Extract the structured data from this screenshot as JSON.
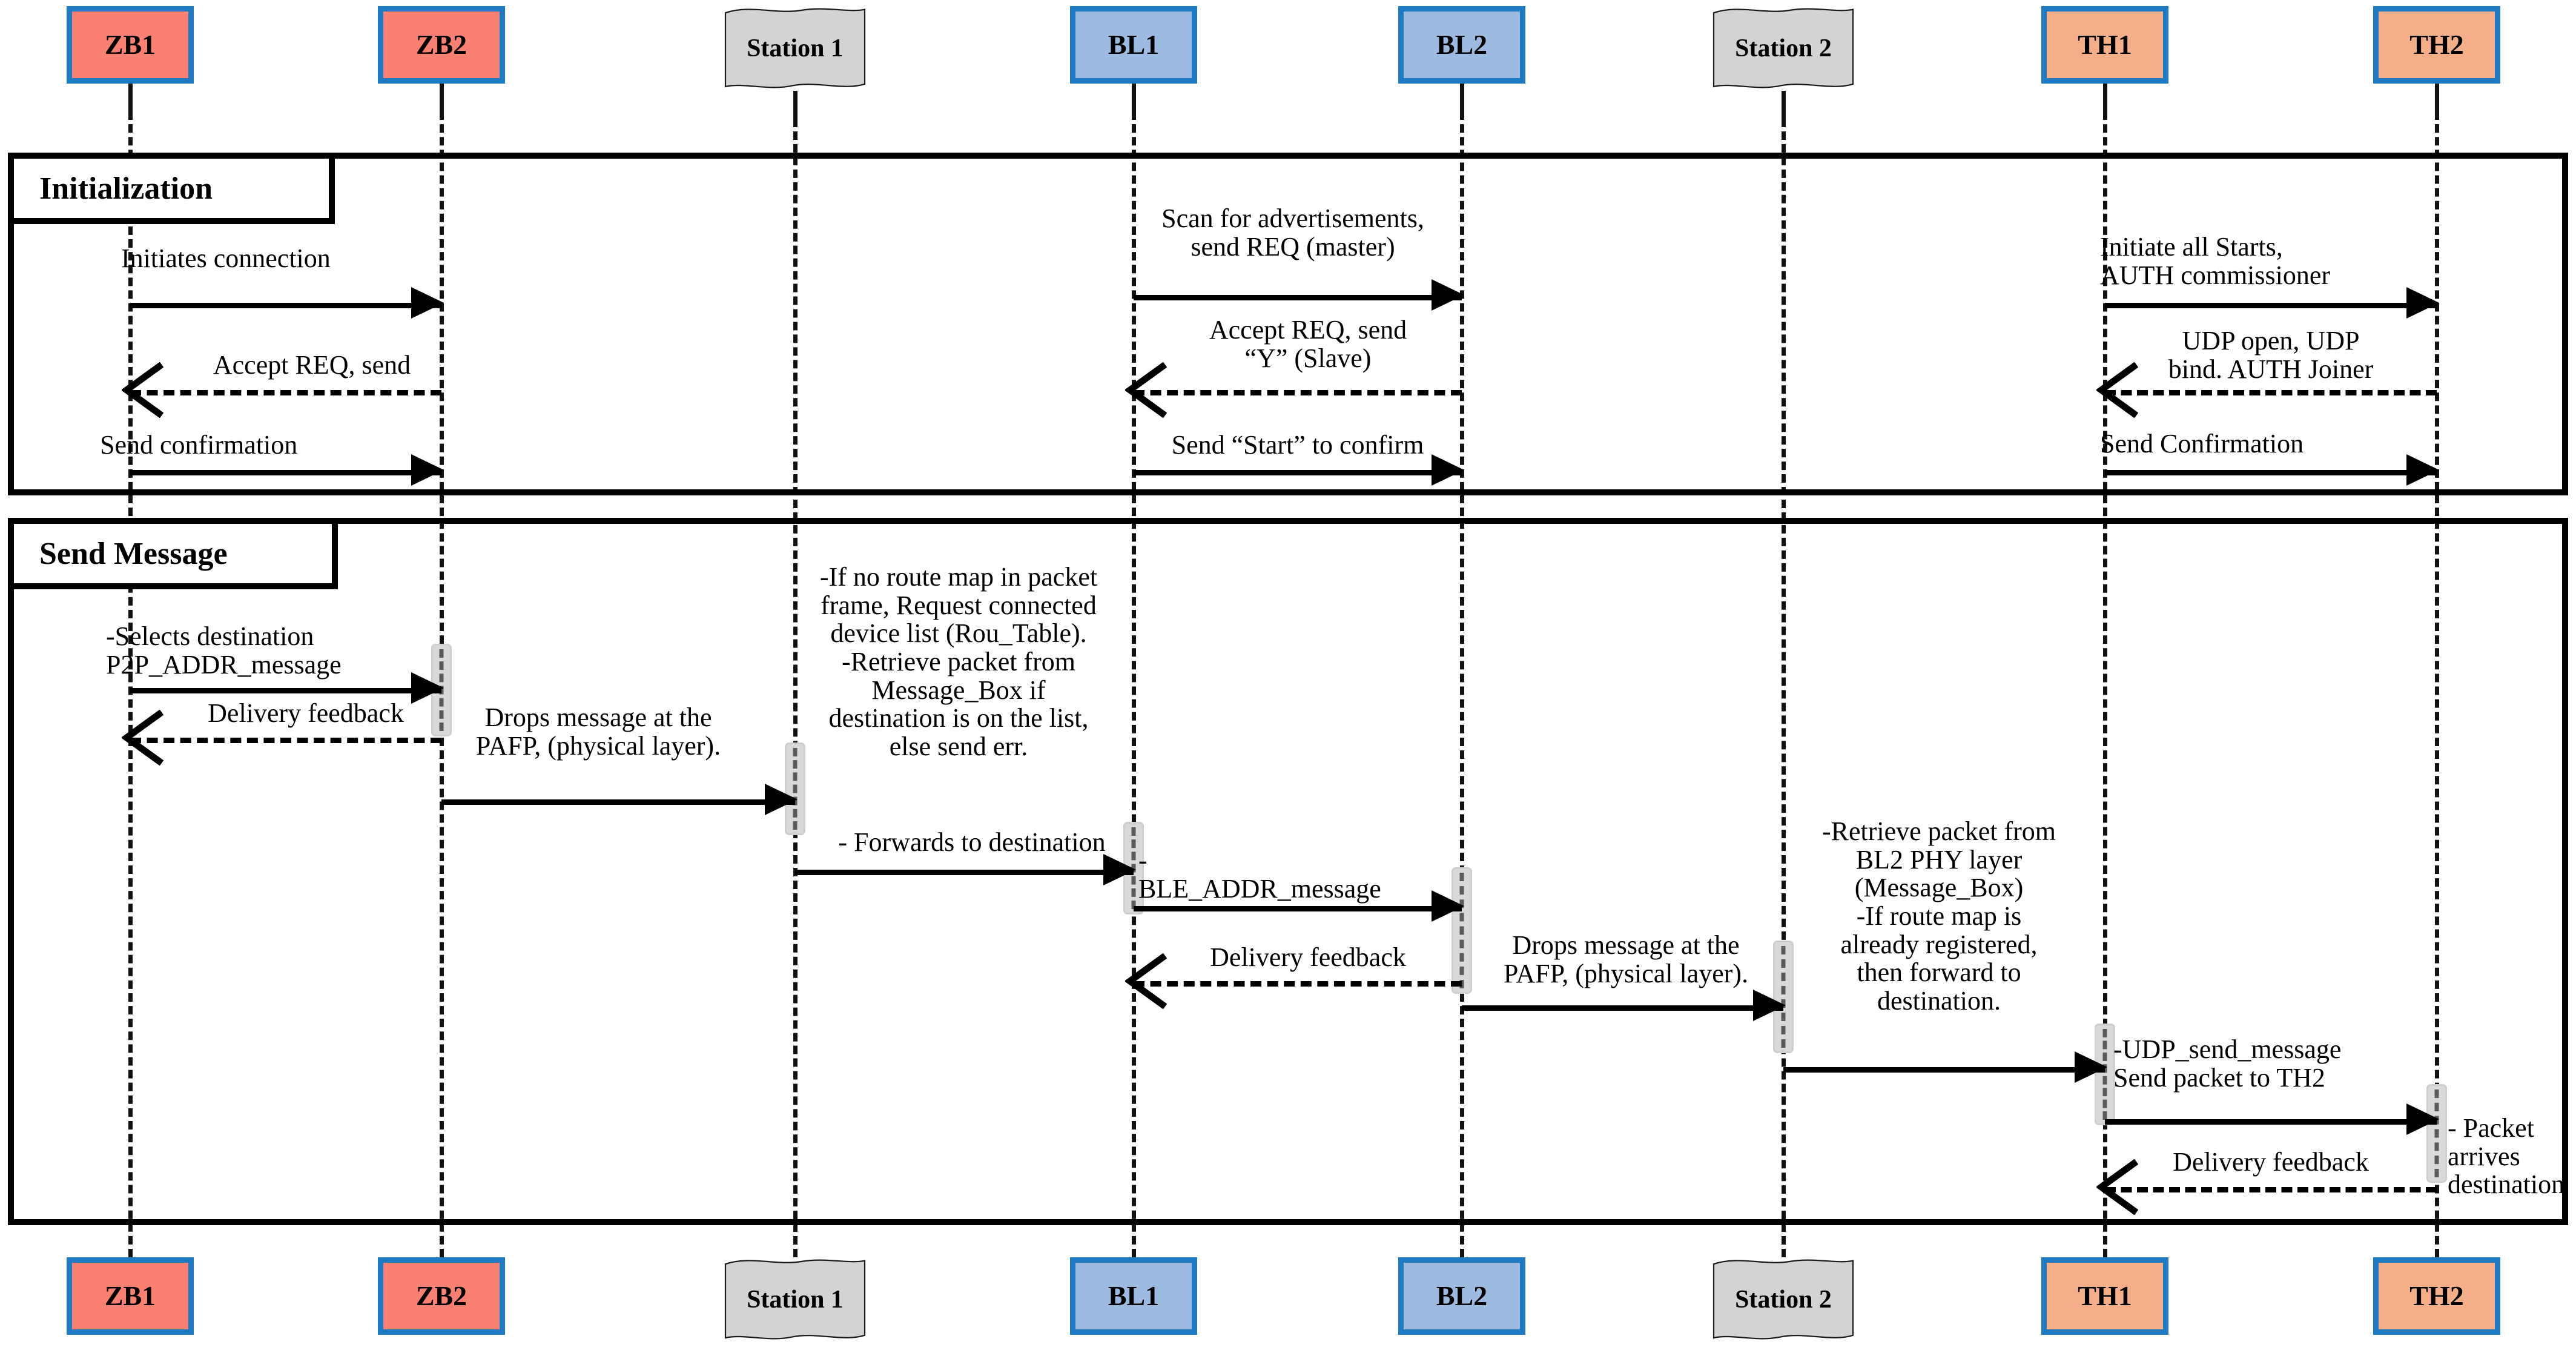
{
  "diagram": {
    "title": "IoT gateway message sequence diagram",
    "colors": {
      "zigbee_fill": "#FA8072",
      "ble_fill": "#9DBBE0",
      "thread_fill": "#F4AF88",
      "station_fill": "#D3D3D3",
      "border_blue": "#1F7AC4",
      "activation_fill": "#D9D9D9",
      "line": "#000000"
    }
  },
  "participants": [
    {
      "id": "zb1",
      "label": "ZB1",
      "type": "rect",
      "kind": "zb"
    },
    {
      "id": "zb2",
      "label": "ZB2",
      "type": "rect",
      "kind": "zb"
    },
    {
      "id": "st1",
      "label": "Station 1",
      "type": "doc",
      "kind": "station"
    },
    {
      "id": "bl1",
      "label": "BL1",
      "type": "rect",
      "kind": "bl"
    },
    {
      "id": "bl2",
      "label": "BL2",
      "type": "rect",
      "kind": "bl"
    },
    {
      "id": "st2",
      "label": "Station 2",
      "type": "doc",
      "kind": "station"
    },
    {
      "id": "th1",
      "label": "TH1",
      "type": "rect",
      "kind": "th"
    },
    {
      "id": "th2",
      "label": "TH2",
      "type": "rect",
      "kind": "th"
    }
  ],
  "footer_participants": [
    {
      "id": "zb1f",
      "label": "ZB1"
    },
    {
      "id": "zb2f",
      "label": "ZB2"
    },
    {
      "id": "st1f",
      "label": "Station 1"
    },
    {
      "id": "bl1f",
      "label": "BL1"
    },
    {
      "id": "bl2f",
      "label": "BL2"
    },
    {
      "id": "st2f",
      "label": "Station 2"
    },
    {
      "id": "th1f",
      "label": "TH1"
    },
    {
      "id": "th2f",
      "label": "TH2"
    }
  ],
  "frames": [
    {
      "id": "init",
      "label": "Initialization"
    },
    {
      "id": "send",
      "label": "Send Message"
    }
  ],
  "messages": {
    "init": [
      {
        "id": "m1",
        "from": "zb1",
        "to": "zb2",
        "style": "solid",
        "label": "Initiates connection"
      },
      {
        "id": "m2",
        "from": "zb2",
        "to": "zb1",
        "style": "dashed",
        "label": "Accept REQ, send"
      },
      {
        "id": "m3",
        "from": "zb1",
        "to": "zb2",
        "style": "solid",
        "label": "Send confirmation"
      },
      {
        "id": "m4",
        "from": "bl1",
        "to": "bl2",
        "style": "solid",
        "label": "Scan for advertisements,\nsend REQ (master)"
      },
      {
        "id": "m5",
        "from": "bl2",
        "to": "bl1",
        "style": "dashed",
        "label": "Accept REQ, send\n“Y” (Slave)"
      },
      {
        "id": "m6",
        "from": "bl1",
        "to": "bl2",
        "style": "solid",
        "label": "Send “Start” to confirm"
      },
      {
        "id": "m7",
        "from": "th1",
        "to": "th2",
        "style": "solid",
        "label": "Initiate all Starts,\nAUTH commissioner"
      },
      {
        "id": "m8",
        "from": "th2",
        "to": "th1",
        "style": "dashed",
        "label": "UDP   open,   UDP\nbind. AUTH Joiner"
      },
      {
        "id": "m9",
        "from": "th1",
        "to": "th2",
        "style": "solid",
        "label": "Send Confirmation"
      }
    ],
    "send": [
      {
        "id": "s1",
        "from": "zb1",
        "to": "zb2",
        "style": "solid",
        "label": "-Selects destination\nP2P_ADDR_message"
      },
      {
        "id": "s2",
        "from": "zb2",
        "to": "zb1",
        "style": "dashed",
        "label": "Delivery feedback"
      },
      {
        "id": "s3",
        "from": "zb2",
        "to": "st1",
        "style": "solid",
        "label": ""
      },
      {
        "id": "s4",
        "from": "st1",
        "to": "bl1",
        "style": "solid",
        "label": "- Forwards to destination"
      },
      {
        "id": "s5",
        "from": "bl1",
        "to": "bl2",
        "style": "solid",
        "label": "-\nBLE_ADDR_message"
      },
      {
        "id": "s6",
        "from": "bl2",
        "to": "bl1",
        "style": "dashed",
        "label": "Delivery feedback"
      },
      {
        "id": "s7",
        "from": "bl2",
        "to": "st2",
        "style": "solid",
        "label": ""
      },
      {
        "id": "s8",
        "from": "st2",
        "to": "th1",
        "style": "solid",
        "label": ""
      },
      {
        "id": "s9",
        "from": "th1",
        "to": "th2",
        "style": "solid",
        "label": "-UDP_send_message\nSend packet to TH2"
      },
      {
        "id": "s10",
        "from": "th2",
        "to": "th1",
        "style": "dashed",
        "label": "Delivery feedback"
      }
    ]
  },
  "notes": [
    {
      "id": "n_zb2",
      "text": "Drops message at the\nPAFP, (physical layer)."
    },
    {
      "id": "n_st1",
      "text": "-If no route map in packet\nframe, Request connected\ndevice list (Rou_Table).\n-Retrieve packet from\nMessage_Box if\ndestination is on the list,\nelse send err."
    },
    {
      "id": "n_bl2",
      "text": "Drops message at the\nPAFP, (physical layer)."
    },
    {
      "id": "n_st2",
      "text": "-Retrieve packet from\nBL2 PHY layer\n(Message_Box)\n-If route map is\nalready registered,\nthen forward to\ndestination."
    },
    {
      "id": "n_th2",
      "text": "- Packet\narrives\ndestination"
    }
  ]
}
